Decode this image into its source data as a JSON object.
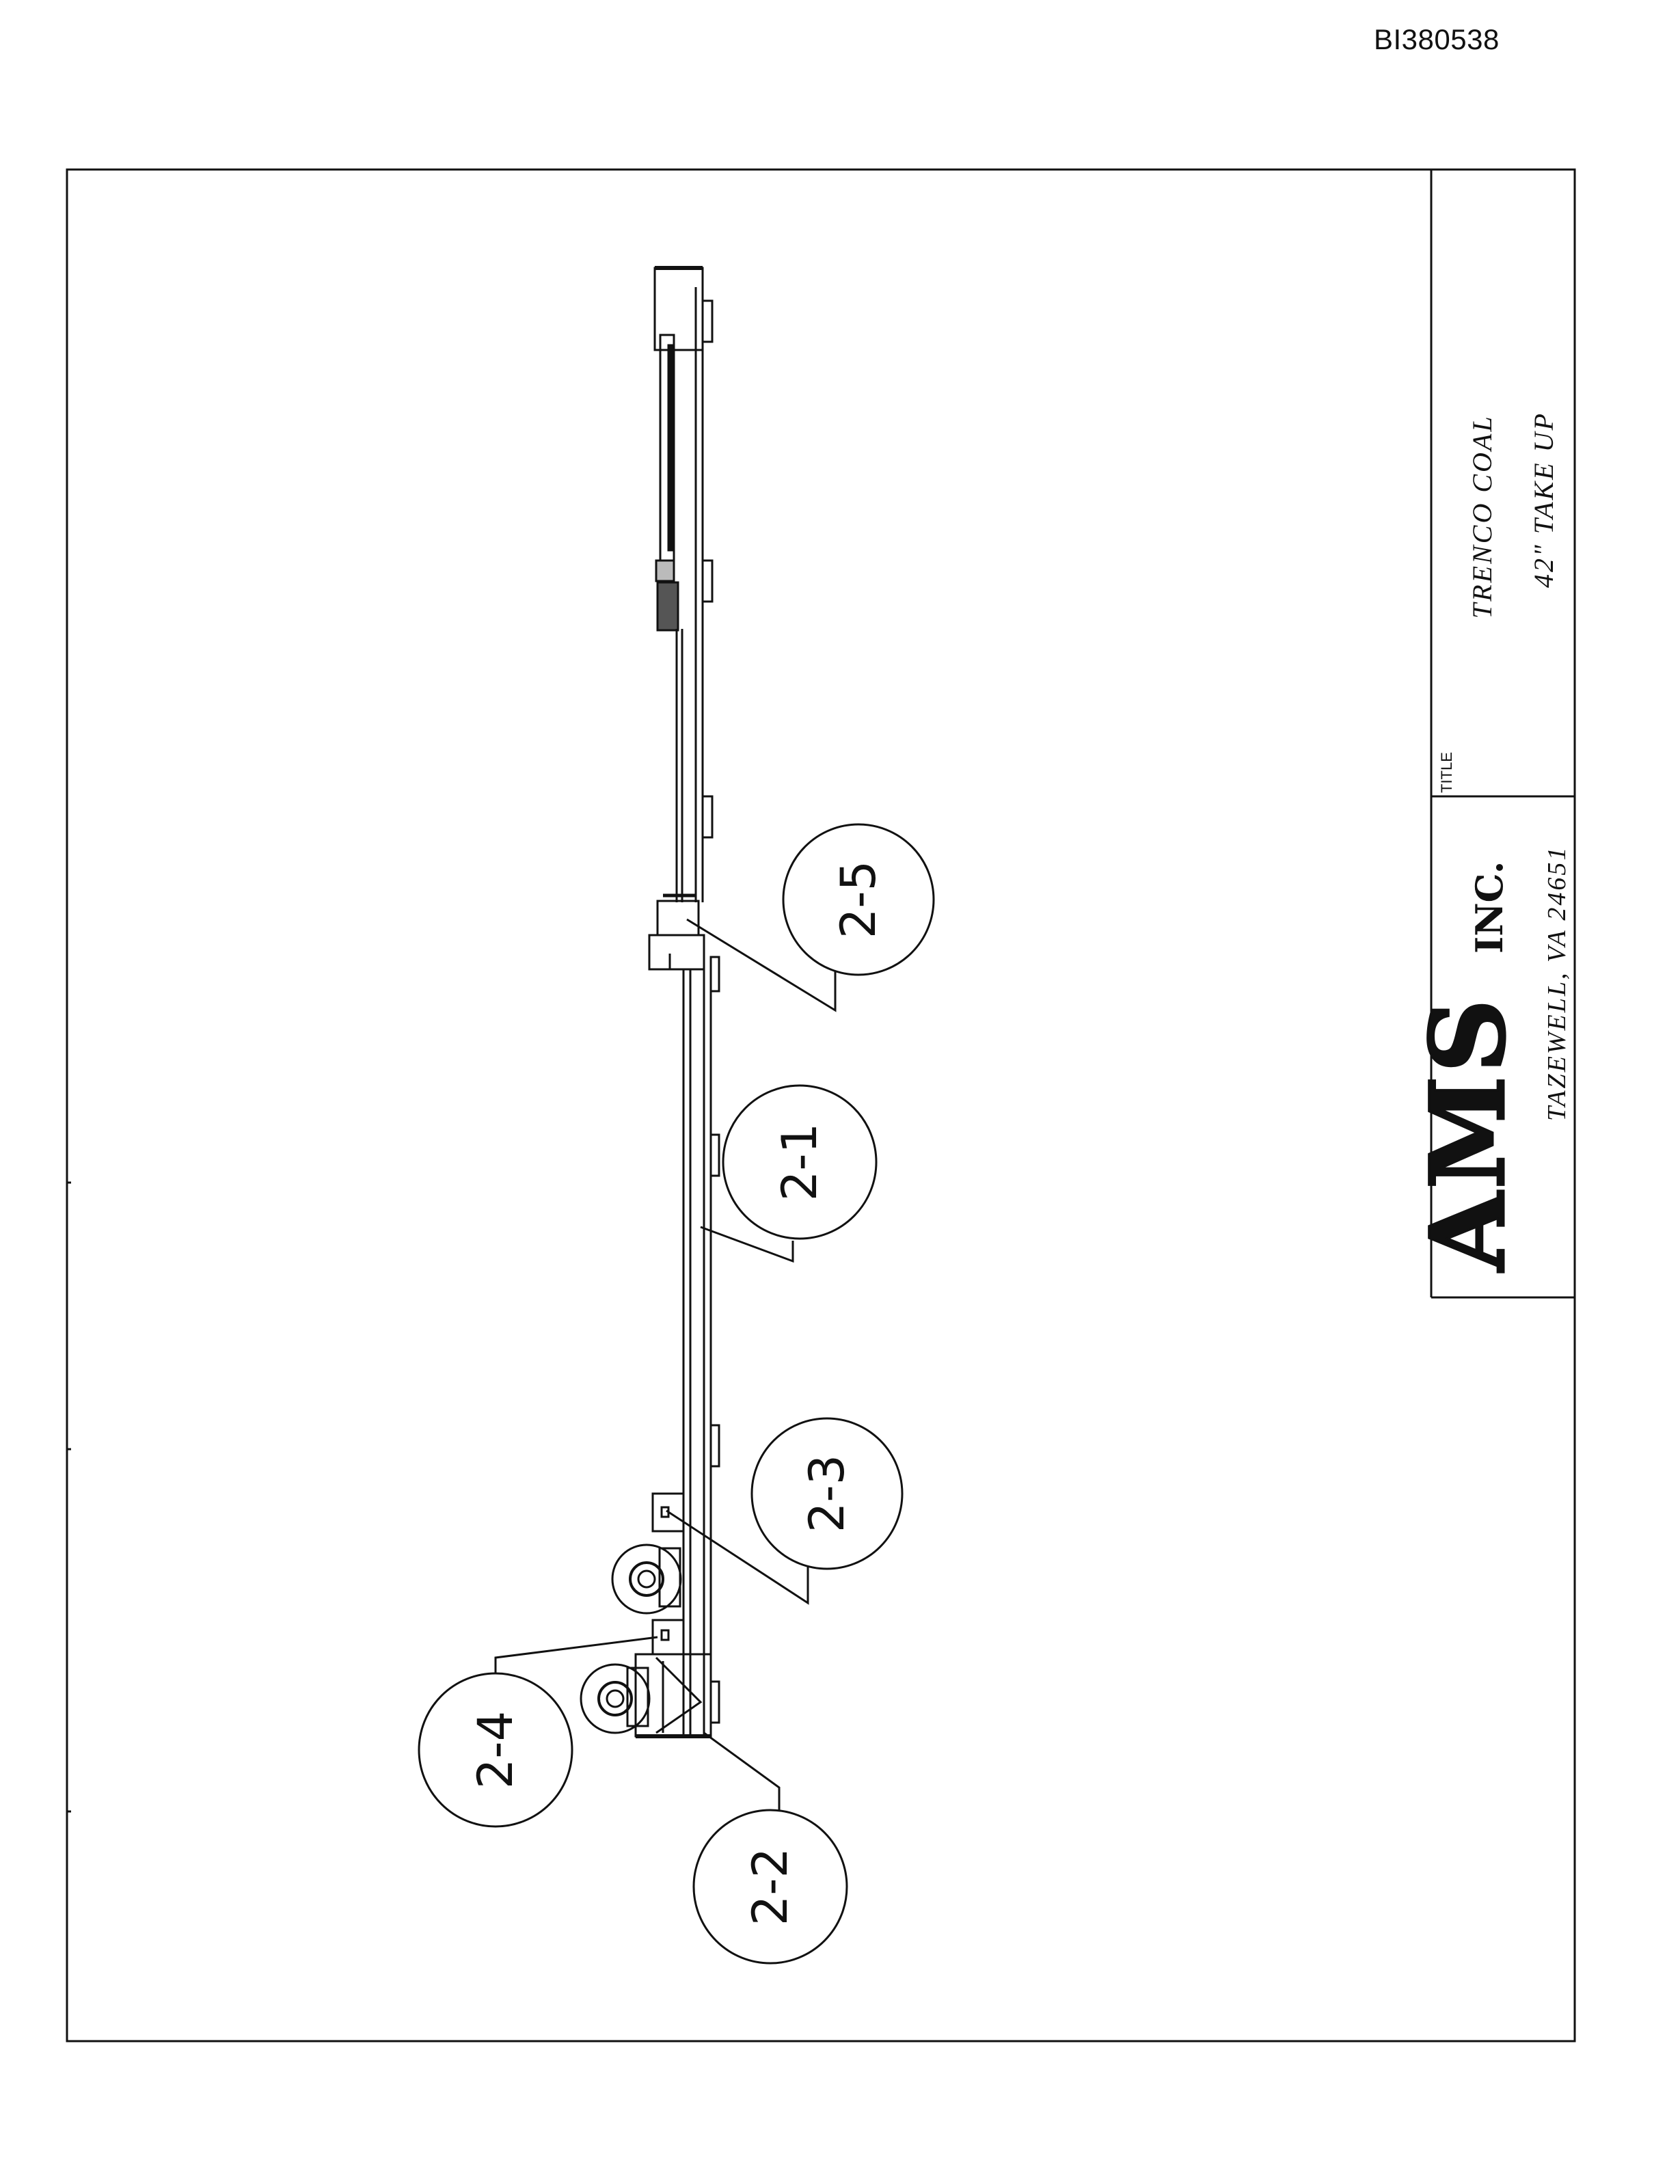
{
  "document_id": "BI380538",
  "title_block": {
    "title_label": "TITLE",
    "title_line1": "TRENCO COAL",
    "title_line2": "42\" TAKE UP",
    "company_logo": "AMS",
    "company_suffix": "INC.",
    "company_address": "TAZEWELL, VA 24651"
  },
  "callouts": [
    {
      "id": "c-2-1",
      "label": "2-1"
    },
    {
      "id": "c-2-2",
      "label": "2-2"
    },
    {
      "id": "c-2-3",
      "label": "2-3"
    },
    {
      "id": "c-2-4",
      "label": "2-4"
    },
    {
      "id": "c-2-5",
      "label": "2-5"
    }
  ]
}
